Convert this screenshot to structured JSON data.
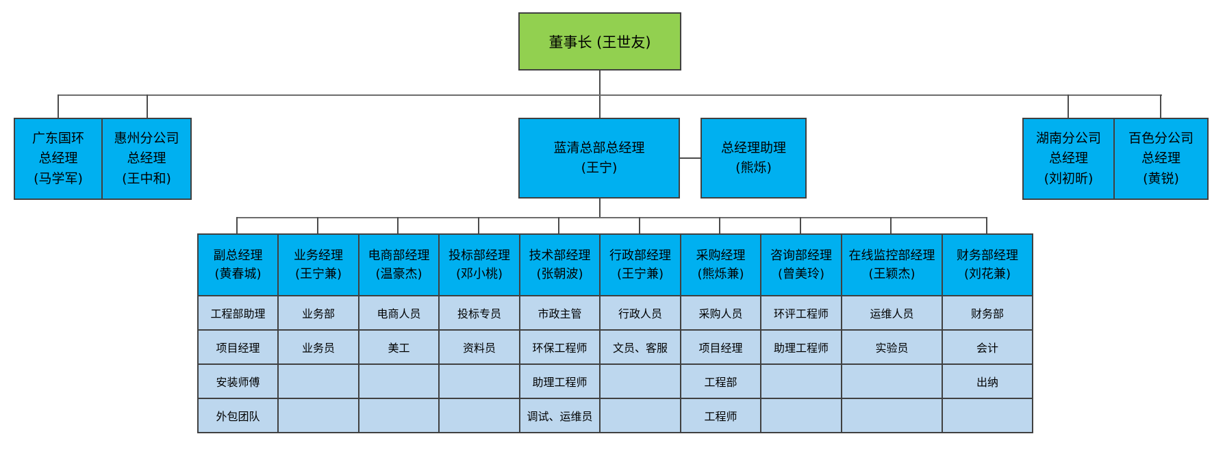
{
  "org": {
    "chairman": "董事长 (王世友)",
    "branches": [
      {
        "text": "广东国环\n总经理\n(马学军)"
      },
      {
        "text": "惠州分公司\n总经理\n(王中和)"
      },
      {
        "text": "蓝清总部总经理\n(王宁)"
      },
      {
        "text": "总经理助理\n(熊烁)"
      },
      {
        "text": "湖南分公司\n总经理\n(刘初昕)"
      },
      {
        "text": "百色分公司\n总经理\n(黄锐)"
      }
    ]
  },
  "departments": [
    {
      "header": "副总经理\n(黄春城)",
      "staff": [
        "工程部助理",
        "项目经理",
        "安装师傅",
        "外包团队"
      ]
    },
    {
      "header": "业务经理\n(王宁兼)",
      "staff": [
        "业务部",
        "业务员",
        "",
        ""
      ]
    },
    {
      "header": "电商部经理\n(温豪杰)",
      "staff": [
        "电商人员",
        "美工",
        "",
        ""
      ]
    },
    {
      "header": "投标部经理\n(邓小桃)",
      "staff": [
        "投标专员",
        "资料员",
        "",
        ""
      ]
    },
    {
      "header": "技术部经理\n(张朝波)",
      "staff": [
        "市政主管",
        "环保工程师",
        "助理工程师",
        "调试、运维员"
      ]
    },
    {
      "header": "行政部经理\n(王宁兼)",
      "staff": [
        "行政人员",
        "文员、客服",
        "",
        ""
      ]
    },
    {
      "header": "采购经理\n(熊烁兼)",
      "staff": [
        "采购人员",
        "项目经理",
        "工程部",
        "工程师"
      ]
    },
    {
      "header": "咨询部经理\n(曾美玲)",
      "staff": [
        "环评工程师",
        "助理工程师",
        "",
        ""
      ]
    },
    {
      "header": "在线监控部经理\n(王颖杰)",
      "staff": [
        "运维人员",
        "实验员",
        "",
        ""
      ]
    },
    {
      "header": "财务部经理\n(刘花兼)",
      "staff": [
        "财务部",
        "会计",
        "出纳",
        ""
      ]
    }
  ],
  "colors": {
    "chairman_fill": "#92D050",
    "manager_fill": "#00B0F0",
    "staff_fill": "#BDD7EE",
    "box_border": "#404040",
    "connector": "#6B6B6B"
  }
}
